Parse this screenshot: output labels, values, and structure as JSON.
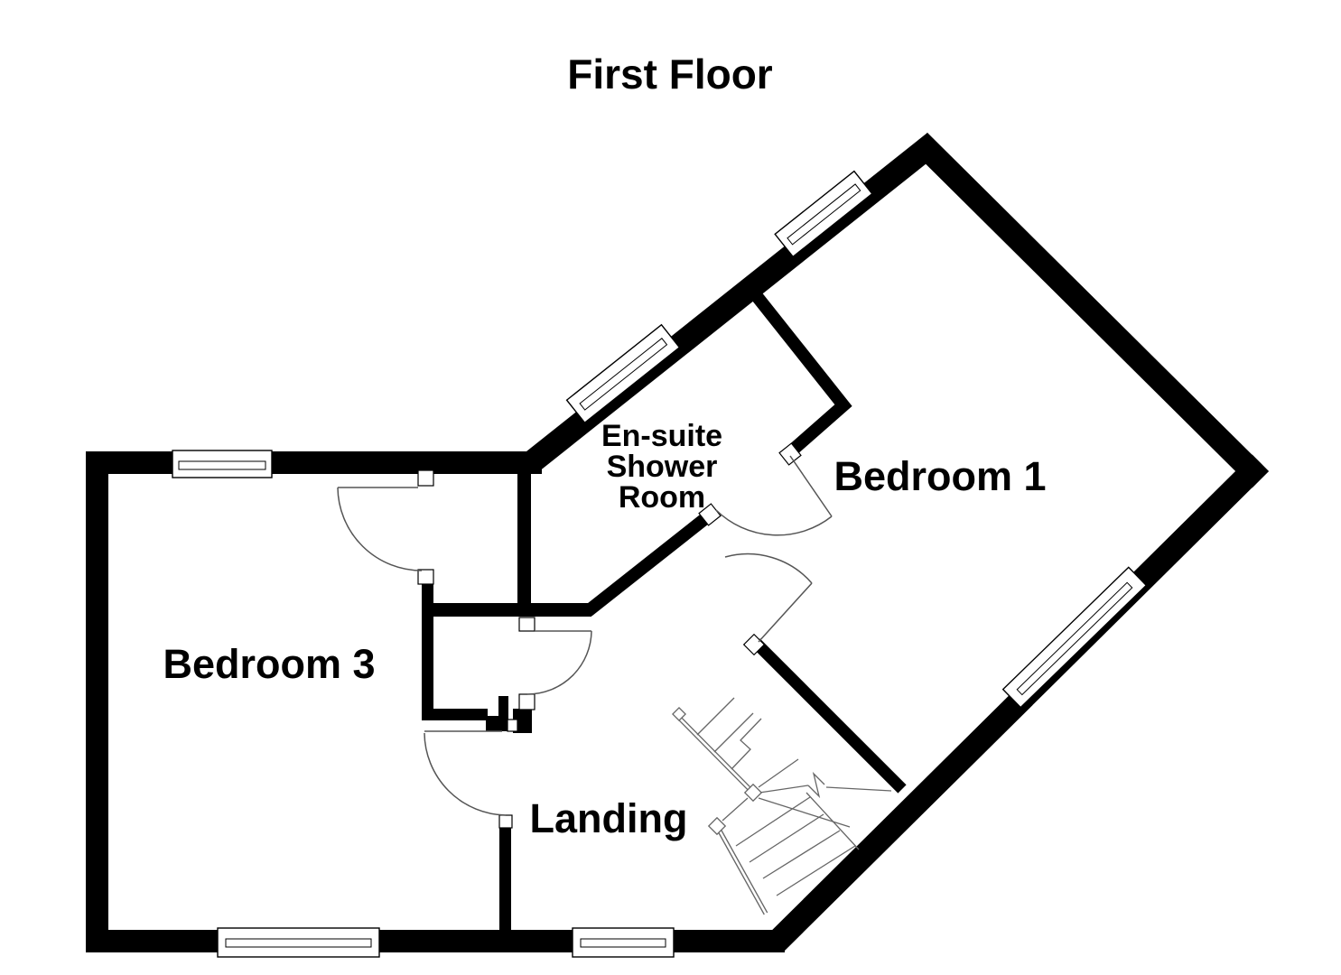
{
  "plan": {
    "title": "First Floor",
    "labels": {
      "title": "First Floor",
      "bedroom1": "Bedroom 1",
      "bedroom3": "Bedroom 3",
      "landing": "Landing",
      "ensuite_line1": "En-suite",
      "ensuite_line2": "Shower",
      "ensuite_line3": "Room"
    },
    "rooms": [
      {
        "name": "Bedroom 1"
      },
      {
        "name": "Bedroom 3"
      },
      {
        "name": "En-suite Shower Room"
      },
      {
        "name": "Landing"
      }
    ],
    "colors": {
      "wall": "#000000",
      "thin_line": "#555555",
      "stair_line": "#666666",
      "background": "#ffffff"
    },
    "features": {
      "window_count": 6,
      "door_count": 5,
      "has_stairs": true
    }
  }
}
